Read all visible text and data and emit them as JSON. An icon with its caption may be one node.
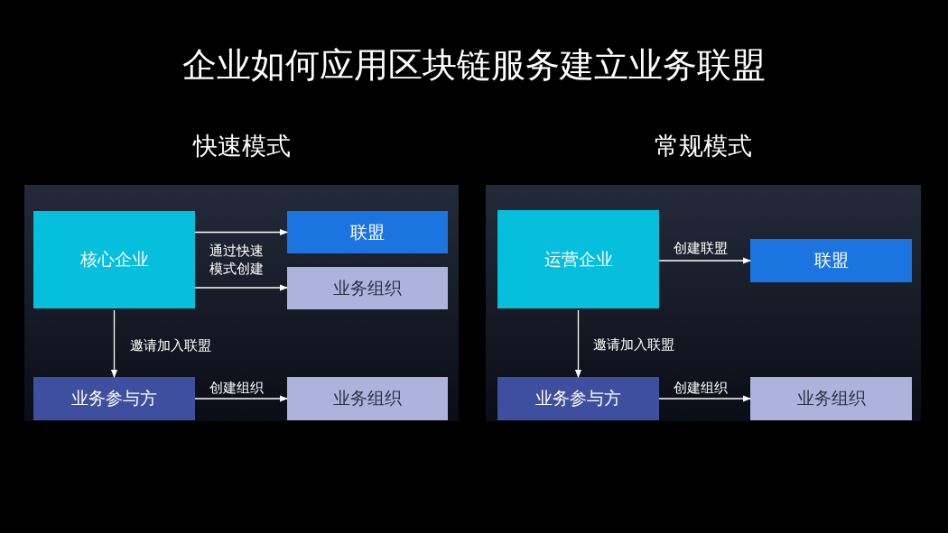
{
  "diagram": {
    "title": "企业如何应用区块链服务建立业务联盟",
    "nodes": [
      {
        "text": [
          "快速模式"
        ]
      },
      {
        "text": [
          "核心企业"
        ],
        "in": 0
      },
      {
        "text": [
          "联盟"
        ],
        "in": 0
      },
      {
        "text": [
          "业务组织"
        ],
        "in": 0
      },
      {
        "text": [
          "业务参与方"
        ],
        "in": 0
      },
      {
        "text": [
          "业务组织"
        ],
        "in": 0
      },
      {
        "text": [
          "常规模式"
        ]
      },
      {
        "text": [
          "运营企业"
        ],
        "in": 6
      },
      {
        "text": [
          "联盟"
        ],
        "in": 6
      },
      {
        "text": [
          "业务参与方"
        ],
        "in": 6
      },
      {
        "text": [
          "业务组织"
        ],
        "in": 6
      }
    ],
    "edges": [
      {
        "from": 1,
        "to": 2,
        "arrow": "to",
        "label": "通过快速模式创建"
      },
      {
        "from": 1,
        "to": 3,
        "arrow": "to"
      },
      {
        "from": 1,
        "to": 4,
        "arrow": "to",
        "label": "邀请加入联盟"
      },
      {
        "from": 4,
        "to": 5,
        "arrow": "to",
        "label": "创建组织"
      },
      {
        "from": 7,
        "to": 8,
        "arrow": "to",
        "label": "创建联盟"
      },
      {
        "from": 7,
        "to": 9,
        "arrow": "to",
        "label": "邀请加入联盟"
      },
      {
        "from": 9,
        "to": 10,
        "arrow": "to",
        "label": "创建组织"
      }
    ]
  }
}
